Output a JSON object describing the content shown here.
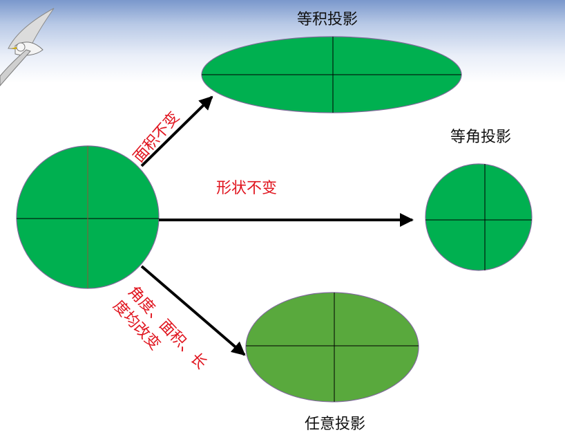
{
  "diagram": {
    "labels": {
      "equal_area": "等积投影",
      "conformal": "等角投影",
      "arbitrary": "任意投影"
    },
    "arrows": {
      "area_unchanged": "面积不变",
      "shape_unchanged": "形状不变",
      "all_changed_line1": "角度、面积、长",
      "all_changed_line2": "度均改变"
    },
    "colors": {
      "green": "#00b050",
      "olive_green": "#59a93d",
      "arrow": "#000000",
      "red_text": "#e0141e",
      "header_blue": "#7a98cc"
    },
    "icons": [
      "seagull-icon"
    ]
  }
}
